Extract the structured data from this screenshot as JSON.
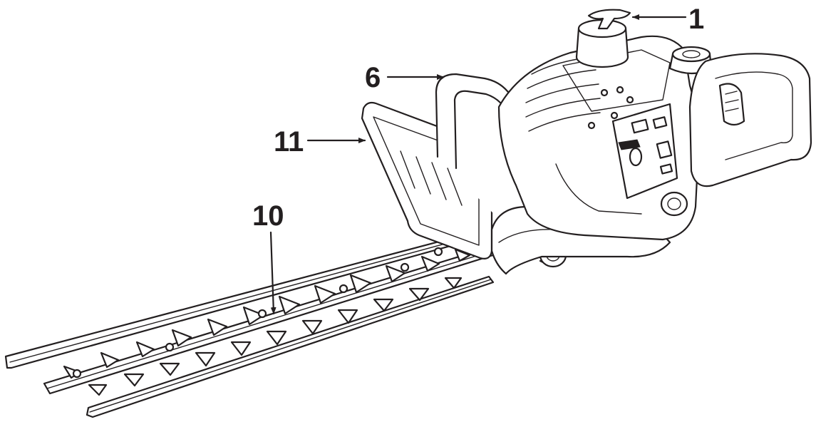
{
  "diagram": {
    "callouts": [
      {
        "id": "1",
        "label": "1"
      },
      {
        "id": "6",
        "label": "6"
      },
      {
        "id": "11",
        "label": "11"
      },
      {
        "id": "10",
        "label": "10"
      }
    ]
  },
  "colors": {
    "ink": "#231f20",
    "background": "#ffffff"
  }
}
